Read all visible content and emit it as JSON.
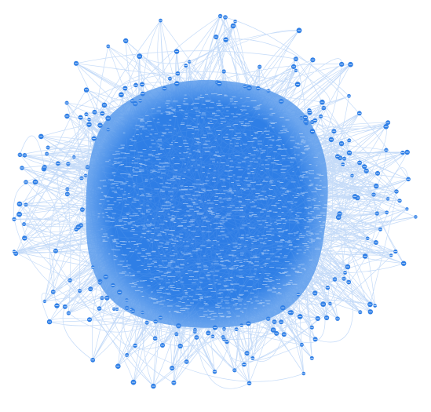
{
  "graph": {
    "type": "force-directed-network",
    "node_color": "#2f7fe6",
    "edge_color": "#2f7fe6",
    "label_color": "#ffffff",
    "background": "#ffffff",
    "approx_node_count": 1800,
    "density": "very-high",
    "layout_shape": "roughly-circular-cluster",
    "labels_legible": false
  }
}
